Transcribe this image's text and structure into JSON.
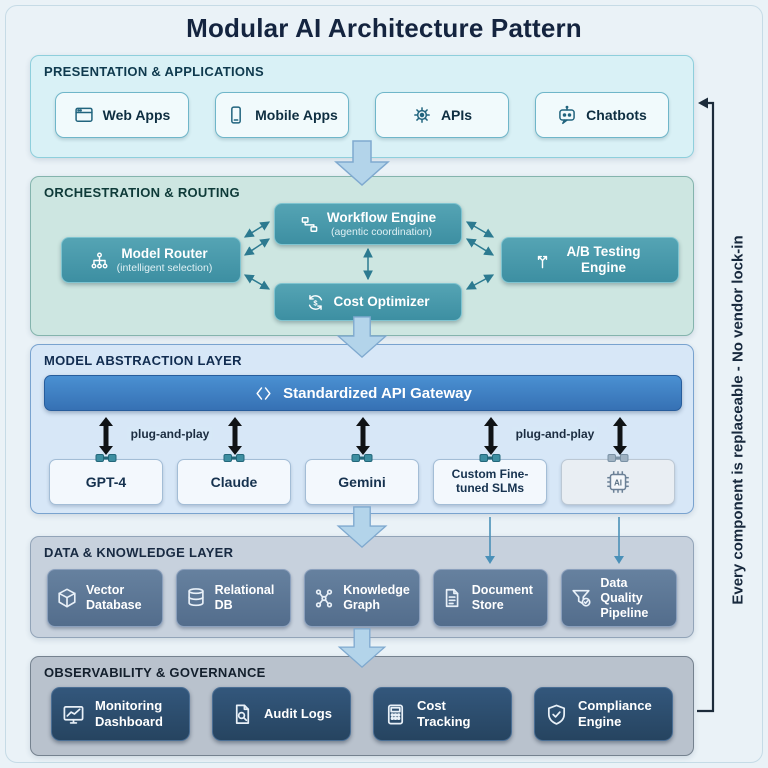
{
  "title": "Modular AI Architecture Pattern",
  "side_note": "Every component is replaceable - No vendor lock-in",
  "colors": {
    "page_bg": "#eaf2f7",
    "presentation_bg": "#d9f1f6",
    "orchestration_bg": "#cde6e1",
    "orchestration_node": "#46a0b0",
    "abstraction_bg": "#d7e7f7",
    "gateway_bar": "#3c7fc2",
    "data_bg": "#c7d1dd",
    "data_card": "#5d7898",
    "observability_bg": "#b9c2cd",
    "observability_card": "#2c4a68",
    "flow_arrow": "#b3d4ea"
  },
  "presentation": {
    "title": "PRESENTATION & APPLICATIONS",
    "items": [
      {
        "label": "Web Apps",
        "icon": "browser-window-icon"
      },
      {
        "label": "Mobile Apps",
        "icon": "smartphone-icon"
      },
      {
        "label": "APIs",
        "icon": "gear-icon"
      },
      {
        "label": "Chatbots",
        "icon": "chatbot-icon"
      }
    ]
  },
  "orchestration": {
    "title": "ORCHESTRATION & ROUTING",
    "workflow_engine": {
      "label": "Workflow Engine",
      "sublabel": "(agentic coordination)",
      "icon": "flowchart-icon"
    },
    "model_router": {
      "label": "Model Router",
      "sublabel": "(intelligent selection)",
      "icon": "hierarchy-icon"
    },
    "ab_testing": {
      "label": "A/B Testing Engine",
      "icon": "split-arrows-icon"
    },
    "cost_optimizer": {
      "label": "Cost Optimizer",
      "icon": "dollar-cycle-icon"
    }
  },
  "abstraction": {
    "title": "MODEL ABSTRACTION LAYER",
    "gateway_label": "Standardized API Gateway",
    "plug_and_play_left": "plug-and-play",
    "plug_and_play_right": "plug-and-play",
    "models": [
      {
        "label": "GPT-4"
      },
      {
        "label": "Claude"
      },
      {
        "label": "Gemini"
      },
      {
        "label": "Custom Fine-tuned SLMs"
      },
      {
        "label": "AI",
        "icon": "ai-chip-icon"
      }
    ]
  },
  "data_layer": {
    "title": "DATA & KNOWLEDGE LAYER",
    "items": [
      {
        "label": "Vector Database",
        "icon": "cube-icon"
      },
      {
        "label": "Relational DB",
        "icon": "database-icon"
      },
      {
        "label": "Knowledge Graph",
        "icon": "knowledge-graph-icon"
      },
      {
        "label": "Document Store",
        "icon": "documents-icon"
      },
      {
        "label": "Data Quality Pipeline",
        "icon": "funnel-check-icon"
      }
    ]
  },
  "observability": {
    "title": "OBSERVABILITY & GOVERNANCE",
    "items": [
      {
        "label": "Monitoring Dashboard",
        "icon": "monitor-chart-icon"
      },
      {
        "label": "Audit Logs",
        "icon": "document-magnifier-icon"
      },
      {
        "label": "Cost Tracking",
        "icon": "calculator-icon"
      },
      {
        "label": "Compliance Engine",
        "icon": "shield-check-icon"
      }
    ]
  }
}
